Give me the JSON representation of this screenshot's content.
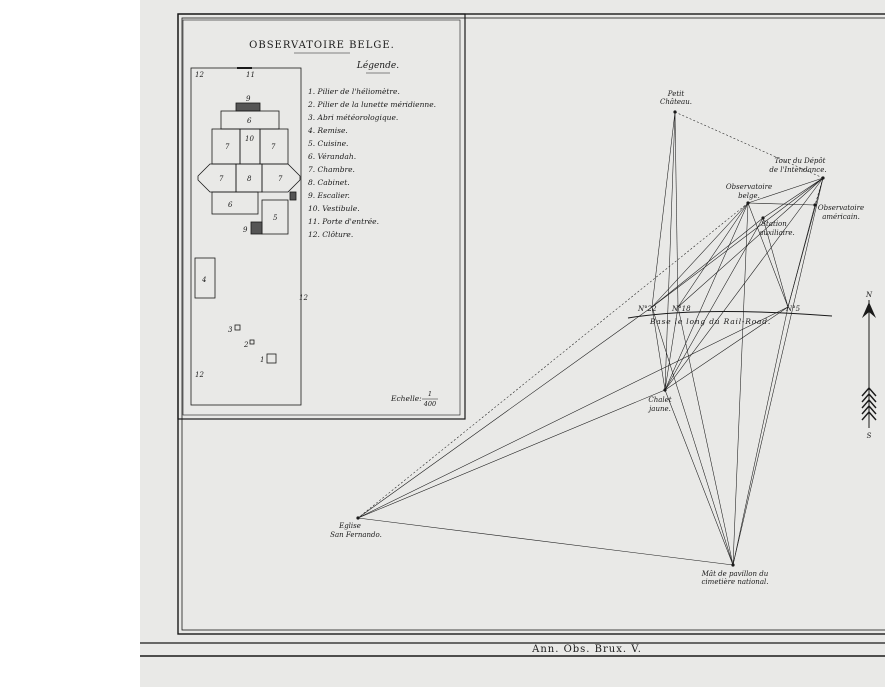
{
  "inset": {
    "title": "OBSERVATOIRE BELGE.",
    "legend_title": "Légende.",
    "legend_items": [
      "1. Pilier de l'héliomètre.",
      "2. Pilier de la lunette méridienne.",
      "3. Abri météorologique.",
      "4. Remise.",
      "5. Cuisine.",
      "6. Vérandah.",
      "7. Chambre.",
      "8. Cabinet.",
      "9. Escalier.",
      "10. Vestibule.",
      "11. Porte d'entrée.",
      "12. Clôture."
    ],
    "plan_labels": {
      "l12a": "12",
      "l11": "11",
      "l9a": "9",
      "l6a": "6",
      "l7a": "7",
      "l10": "10",
      "l7b": "7",
      "l7c": "7",
      "l8": "8",
      "l7d": "7",
      "l6b": "6",
      "l5": "5",
      "l9b": "9",
      "l4": "4",
      "l12b": "12",
      "l3": "3",
      "l2": "2",
      "l1": "1",
      "l12c": "12"
    },
    "scale_label": "Echelle:",
    "scale_num": "1",
    "scale_den": "400"
  },
  "map": {
    "stations": {
      "petit_chateau": [
        "Petit",
        "Château."
      ],
      "tour_depot": [
        "Tour du Dépôt",
        "de l'Intendance."
      ],
      "obs_belge": [
        "Observatoire",
        "belge."
      ],
      "obs_americain": [
        "Observatoire",
        "américain."
      ],
      "station_aux": [
        "Station",
        "auxiliaire."
      ],
      "chalet_jaune": [
        "Chalet",
        "jaune."
      ],
      "eglise": [
        "Eglise",
        "San Fernando."
      ],
      "mat_pavillon": [
        "Mât de pavillon du",
        "cimetière national."
      ]
    },
    "base_marks": {
      "n22": "N°22",
      "n18": "N°18",
      "n5": "N°5"
    },
    "base_label": "Base le long du Rail-Road.",
    "compass": {
      "north": "N",
      "south": "S"
    }
  },
  "footer": {
    "caption": "Ann. Obs. Brux. V."
  }
}
